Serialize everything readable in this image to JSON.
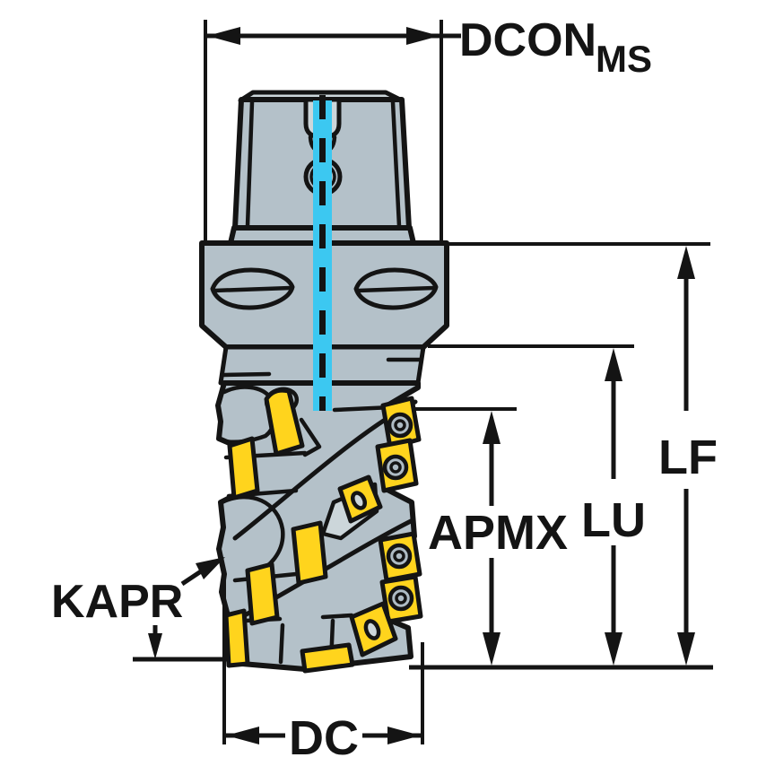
{
  "figure": {
    "type": "technical-dimension-diagram",
    "subject": "indexable helical end mill with modular coupling, side view with dimension callouts"
  },
  "labels": {
    "dcon": "DCON",
    "dcon_sub": "MS",
    "lf": "LF",
    "lu": "LU",
    "apmx": "APMX",
    "kapr": "KAPR",
    "dc": "DC"
  },
  "colors": {
    "white": "#ffffff",
    "line": "#141414",
    "body": "#b4c1c9",
    "light": "#ccd6da",
    "screw": "#aebbc4",
    "yellow": "#ffd41d",
    "cyan": "#3cc8f1"
  }
}
